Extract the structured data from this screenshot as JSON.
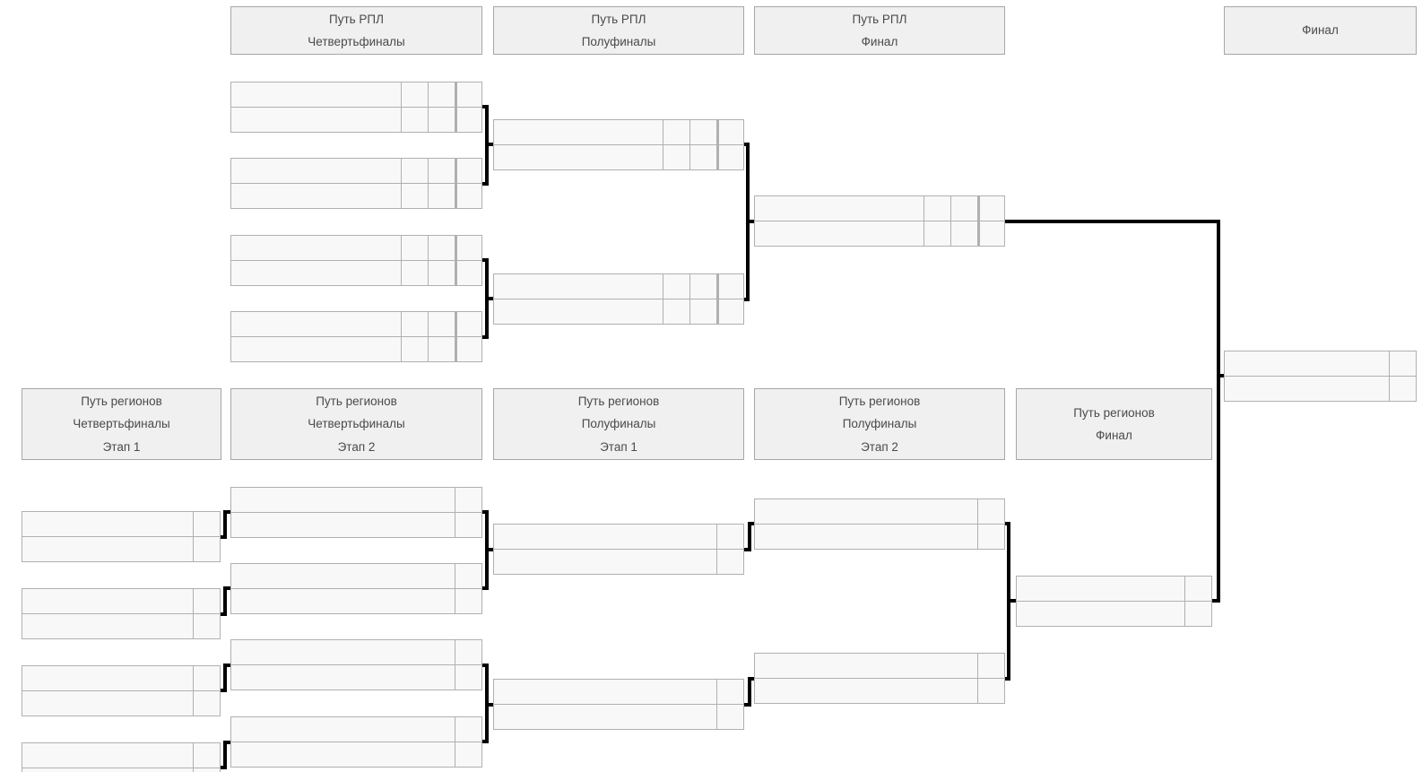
{
  "page": {
    "background": "#ffffff",
    "language": "ru"
  },
  "headers": {
    "rpl_qf": {
      "lines": [
        "Путь РПЛ",
        "Четвертьфиналы"
      ]
    },
    "rpl_sf": {
      "lines": [
        "Путь РПЛ",
        "Полуфиналы"
      ]
    },
    "rpl_final": {
      "lines": [
        "Путь РПЛ",
        "Финал"
      ]
    },
    "grand_final": {
      "lines": [
        "Финал"
      ]
    },
    "reg_qf_leg1": {
      "lines": [
        "Путь регионов",
        "Четвертьфиналы",
        "Этап 1"
      ]
    },
    "reg_qf_leg2": {
      "lines": [
        "Путь регионов",
        "Четвертьфиналы",
        "Этап 2"
      ]
    },
    "reg_sf_leg1": {
      "lines": [
        "Путь регионов",
        "Полуфиналы",
        "Этап 1"
      ]
    },
    "reg_sf_leg2": {
      "lines": [
        "Путь регионов",
        "Полуфиналы",
        "Этап 2"
      ]
    },
    "reg_final": {
      "lines": [
        "Путь регионов",
        "Финал"
      ]
    }
  },
  "matches": {
    "rpl_qf_1": {
      "team1": "",
      "team2": "",
      "scores1": [
        "",
        "",
        ""
      ],
      "scores2": [
        "",
        "",
        ""
      ]
    },
    "rpl_qf_2": {
      "team1": "",
      "team2": "",
      "scores1": [
        "",
        "",
        ""
      ],
      "scores2": [
        "",
        "",
        ""
      ]
    },
    "rpl_qf_3": {
      "team1": "",
      "team2": "",
      "scores1": [
        "",
        "",
        ""
      ],
      "scores2": [
        "",
        "",
        ""
      ]
    },
    "rpl_qf_4": {
      "team1": "",
      "team2": "",
      "scores1": [
        "",
        "",
        ""
      ],
      "scores2": [
        "",
        "",
        ""
      ]
    },
    "rpl_sf_1": {
      "team1": "",
      "team2": "",
      "scores1": [
        "",
        "",
        ""
      ],
      "scores2": [
        "",
        "",
        ""
      ]
    },
    "rpl_sf_2": {
      "team1": "",
      "team2": "",
      "scores1": [
        "",
        "",
        ""
      ],
      "scores2": [
        "",
        "",
        ""
      ]
    },
    "rpl_final": {
      "team1": "",
      "team2": "",
      "scores1": [
        "",
        "",
        ""
      ],
      "scores2": [
        "",
        "",
        ""
      ]
    },
    "reg_qf1_1": {
      "team1": "",
      "team2": "",
      "scores1": [
        ""
      ],
      "scores2": [
        ""
      ]
    },
    "reg_qf1_2": {
      "team1": "",
      "team2": "",
      "scores1": [
        ""
      ],
      "scores2": [
        ""
      ]
    },
    "reg_qf1_3": {
      "team1": "",
      "team2": "",
      "scores1": [
        ""
      ],
      "scores2": [
        ""
      ]
    },
    "reg_qf1_4": {
      "team1": "",
      "team2": "",
      "scores1": [
        ""
      ],
      "scores2": [
        ""
      ]
    },
    "reg_qf2_1": {
      "team1": "",
      "team2": "",
      "scores1": [
        ""
      ],
      "scores2": [
        ""
      ]
    },
    "reg_qf2_2": {
      "team1": "",
      "team2": "",
      "scores1": [
        ""
      ],
      "scores2": [
        ""
      ]
    },
    "reg_qf2_3": {
      "team1": "",
      "team2": "",
      "scores1": [
        ""
      ],
      "scores2": [
        ""
      ]
    },
    "reg_qf2_4": {
      "team1": "",
      "team2": "",
      "scores1": [
        ""
      ],
      "scores2": [
        ""
      ]
    },
    "reg_sf1_1": {
      "team1": "",
      "team2": "",
      "scores1": [
        ""
      ],
      "scores2": [
        ""
      ]
    },
    "reg_sf1_2": {
      "team1": "",
      "team2": "",
      "scores1": [
        ""
      ],
      "scores2": [
        ""
      ]
    },
    "reg_sf2_1": {
      "team1": "",
      "team2": "",
      "scores1": [
        ""
      ],
      "scores2": [
        ""
      ]
    },
    "reg_sf2_2": {
      "team1": "",
      "team2": "",
      "scores1": [
        ""
      ],
      "scores2": [
        ""
      ]
    },
    "reg_final": {
      "team1": "",
      "team2": "",
      "scores1": [
        ""
      ],
      "scores2": [
        ""
      ]
    },
    "final": {
      "team1": "",
      "team2": "",
      "scores1": [
        ""
      ],
      "scores2": [
        ""
      ]
    }
  },
  "colors": {
    "header_background": "#f0f0f0",
    "header_border": "#a6a6a6",
    "header_text": "#4a4a4a",
    "match_background": "#f8f8f8",
    "match_border": "#b0b0b0",
    "connector": "#000000",
    "page_background": "#ffffff"
  }
}
